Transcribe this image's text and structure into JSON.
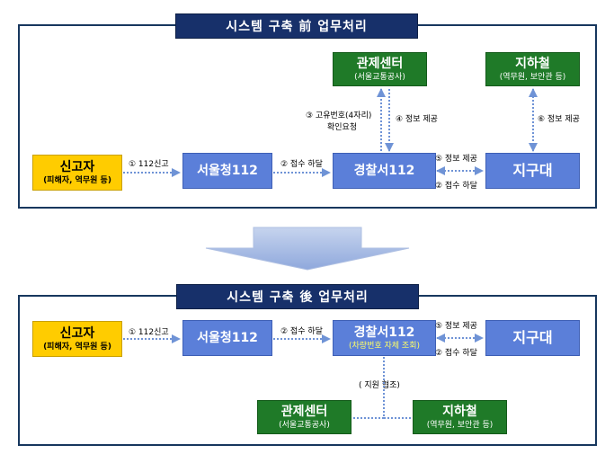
{
  "before": {
    "title": "시스템 구축 前 업무처리",
    "reporter": {
      "label": "신고자",
      "sub": "(피해자, 역무원 등)"
    },
    "seoul112": {
      "label": "서울청112"
    },
    "police": {
      "label": "경찰서112"
    },
    "district": {
      "label": "지구대"
    },
    "control": {
      "label": "관제센터",
      "sub": "(서울교통공사)"
    },
    "subway": {
      "label": "지하철",
      "sub": "(역무원, 보안관 등)"
    },
    "edges": {
      "report": "① 112신고",
      "dispatch_seoul": "② 접수 하달",
      "dispatch_district": "② 접수 하달",
      "info_district": "⑤ 정보 제공",
      "request_line1": "③ 고유번호(4자리)",
      "request_line2": "확인요청",
      "info_control": "④ 정보 제공",
      "info_subway": "⑥ 정보 제공"
    }
  },
  "after": {
    "title": "시스템 구축 後 업무처리",
    "reporter": {
      "label": "신고자",
      "sub": "(피해자, 역무원 등)"
    },
    "seoul112": {
      "label": "서울청112"
    },
    "police": {
      "label": "경찰서112",
      "sub": "(차량번호 자체 조회)"
    },
    "district": {
      "label": "지구대"
    },
    "control": {
      "label": "관제센터",
      "sub": "(서울교통공사)"
    },
    "subway": {
      "label": "지하철",
      "sub": "(역무원, 보안관 등)"
    },
    "edges": {
      "report": "① 112신고",
      "dispatch_seoul": "② 접수 하달",
      "dispatch_district": "② 접수 하달",
      "info_district": "⑤ 정보 제공",
      "support": "( 지원 협조)"
    }
  },
  "colors": {
    "box_blue": "#5b7fd9",
    "box_yellow": "#ffcc00",
    "box_green": "#1f7a28",
    "title_bg": "#17306a",
    "arrow": "#6f93d6"
  }
}
